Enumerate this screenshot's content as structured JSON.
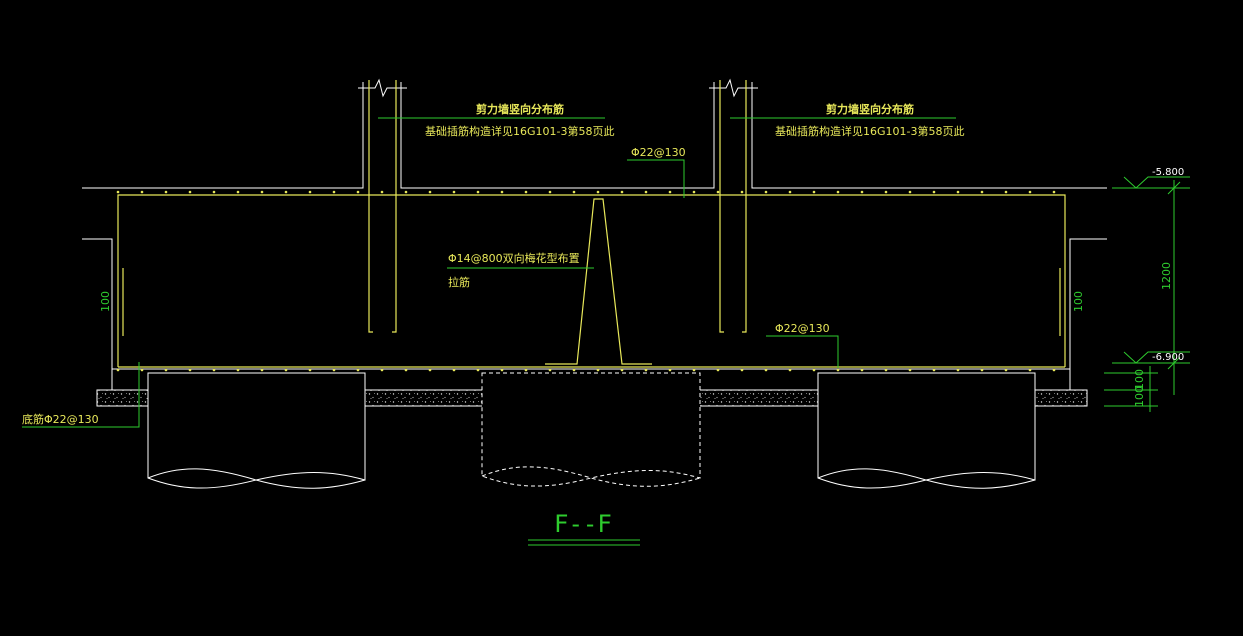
{
  "title": "F--F",
  "annotations": {
    "wall_rebar_left": "剪力墙竖向分布筋",
    "anchor_note_left": "基础插筋构造详见16G101-3第58页此",
    "wall_rebar_right": "剪力墙竖向分布筋",
    "anchor_note_right": "基础插筋构造详见16G101-3第58页此",
    "top_rebar": "Φ22@130",
    "tie_bar": "Φ14@800双向梅花型布置",
    "tie_bar_name": "拉筋",
    "bottom_rebar": "Φ22@130",
    "base_rebar": "底筋Φ22@130"
  },
  "dimensions": {
    "top_elevation": "-5.800",
    "bottom_elevation": "-6.900",
    "slab_thickness": "1200",
    "side_cover_left": "100",
    "side_cover_right": "100",
    "cushion_1": "100",
    "cushion_2": "100"
  },
  "colors": {
    "background": "#000000",
    "outline": "#ffffff",
    "rebar": "#e8e85a",
    "leader": "#2ecc2e",
    "dimension": "#2ecc2e"
  }
}
